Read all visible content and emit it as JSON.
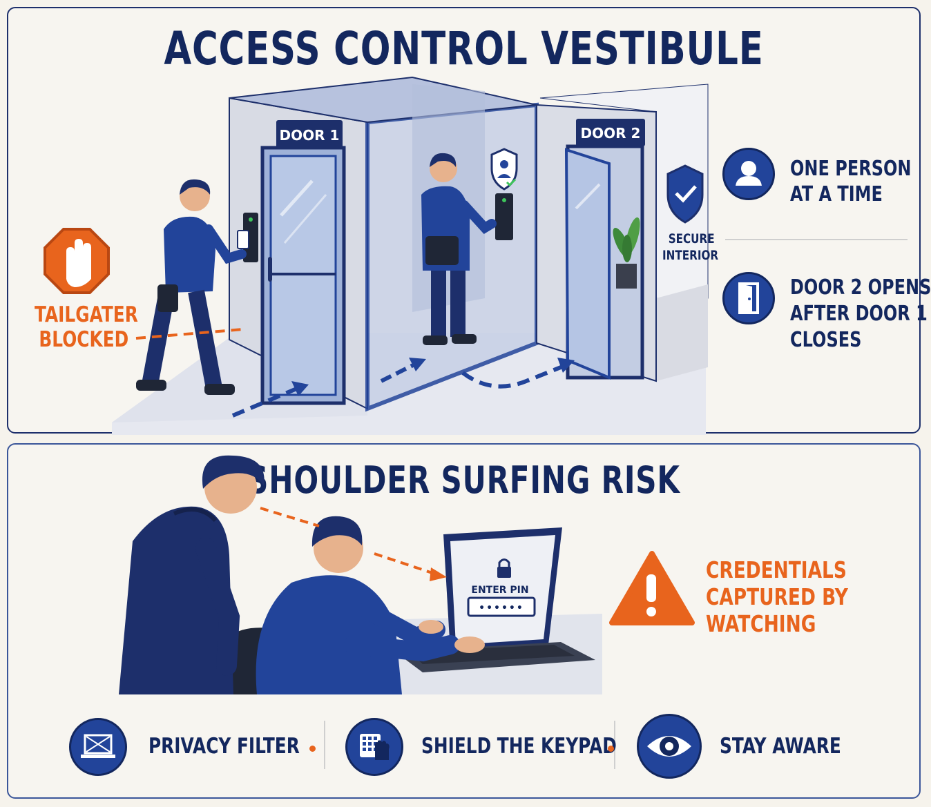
{
  "vestibule": {
    "title": "ACCESS CONTROL VESTIBULE",
    "door1_label": "DOOR 1",
    "door2_label": "DOOR 2",
    "tailgater": [
      "TAILGATER",
      "BLOCKED"
    ],
    "secure": [
      "SECURE",
      "INTERIOR"
    ],
    "features": [
      {
        "icon": "person-icon",
        "lines": [
          "ONE PERSON",
          "AT A TIME"
        ]
      },
      {
        "icon": "door-icon",
        "lines": [
          "DOOR 2 OPENS",
          "AFTER DOOR 1",
          "CLOSES"
        ]
      }
    ]
  },
  "shoulder": {
    "title": "SHOULDER SURFING RISK",
    "screen_prompt": "ENTER PIN",
    "pin_mask": "••••••",
    "warning": [
      "CREDENTIALS",
      "CAPTURED BY",
      "WATCHING"
    ],
    "tips": [
      {
        "icon": "privacy-filter-icon",
        "label": "PRIVACY FILTER"
      },
      {
        "icon": "keypad-shield-icon",
        "label": "SHIELD THE KEYPAD"
      },
      {
        "icon": "eye-icon",
        "label": "STAY AWARE"
      }
    ]
  },
  "colors": {
    "navy": "#13275e",
    "blue": "#22449a",
    "orange": "#e8641d"
  }
}
